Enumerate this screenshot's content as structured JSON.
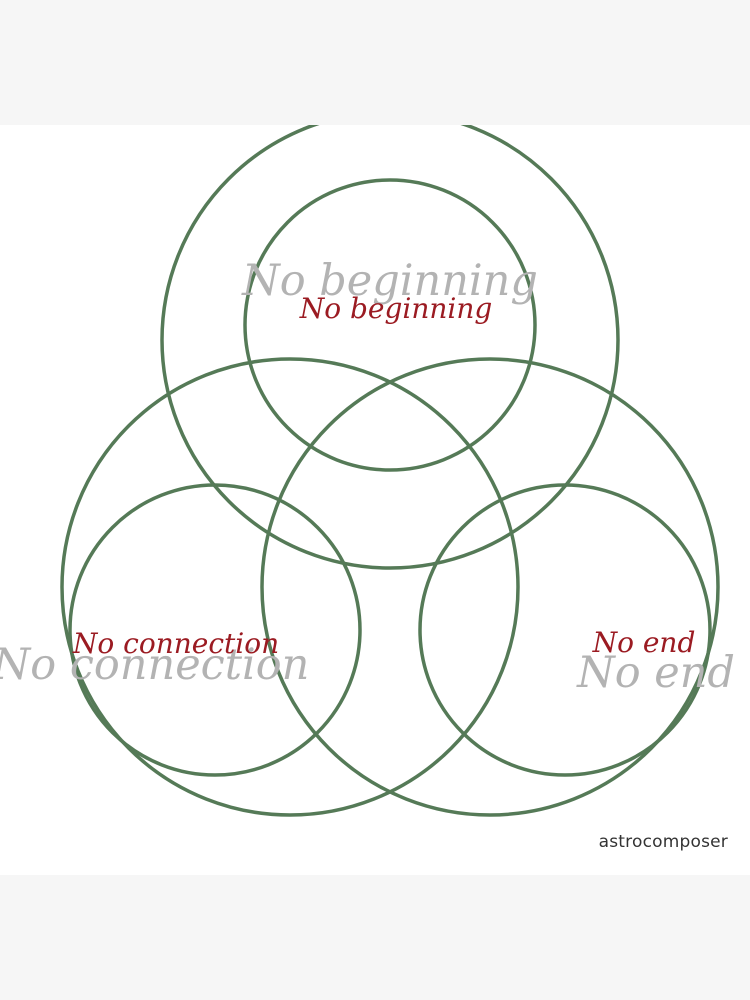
{
  "colors": {
    "circle_stroke": "#557a57",
    "label_gray": "#b3b3b3",
    "label_red": "#9b1b22",
    "canvas_bg": "#ffffff",
    "band_bg": "#f6f6f6"
  },
  "labels": {
    "beginning_shadow": "No beginning",
    "beginning": "No beginning",
    "connection_shadow": "No connection",
    "connection": "No connection",
    "end_shadow": "No end",
    "end": "No end"
  },
  "watermark": {
    "text": "astrocomposer"
  }
}
